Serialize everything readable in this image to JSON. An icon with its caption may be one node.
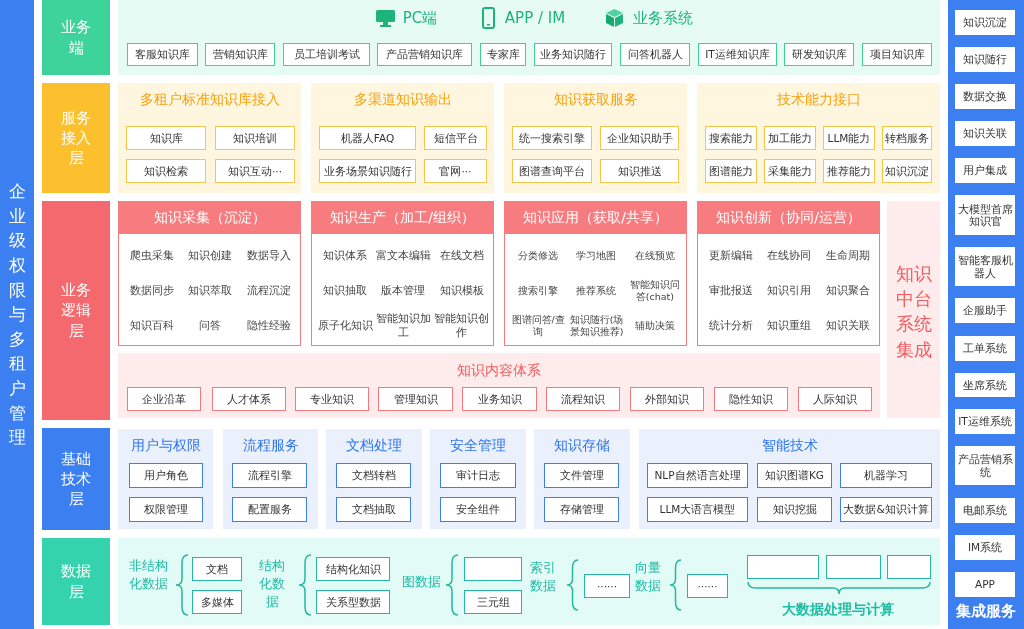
{
  "diagram": {
    "nodes": [
      {
        "text": [
          "企业级权限与多租户管理"
        ]
      },
      {
        "text": [
          "业务端"
        ]
      },
      {
        "text": [],
        "shape": "box"
      },
      {
        "text": [
          "客服知识库"
        ],
        "in": 2
      },
      {
        "text": [
          "营销知识库"
        ],
        "in": 2
      },
      {
        "text": [
          "员工培训考试"
        ],
        "in": 2
      },
      {
        "text": [
          "产品营销知识库"
        ],
        "in": 2
      },
      {
        "text": [
          "专家库"
        ],
        "in": 2
      },
      {
        "text": [
          "业务知识随行"
        ],
        "in": 2
      },
      {
        "text": [
          "问答机器人"
        ],
        "in": 2
      },
      {
        "text": [
          "IT运维知识库"
        ],
        "in": 2
      },
      {
        "text": [
          "研发知识库"
        ],
        "in": 2
      },
      {
        "text": [
          "项目知识库"
        ],
        "in": 2
      },
      {
        "text": [
          "服务接入层"
        ]
      },
      {
        "text": [
          "多租户标准知识库接入"
        ]
      },
      {
        "text": [
          "知识库"
        ],
        "in": 14
      },
      {
        "text": [
          "知识培训"
        ],
        "in": 14
      },
      {
        "text": [
          "知识检索"
        ],
        "in": 14
      },
      {
        "text": [
          "知识互动···"
        ],
        "in": 14
      },
      {
        "text": [
          "多渠道知识输出"
        ]
      },
      {
        "text": [
          "机器人FAQ"
        ],
        "in": 19
      },
      {
        "text": [
          "短信平台"
        ],
        "in": 19
      },
      {
        "text": [
          "业务场景知识随行"
        ],
        "in": 19
      },
      {
        "text": [
          "官网···"
        ],
        "in": 19
      },
      {
        "text": [
          "知识获取服务"
        ]
      },
      {
        "text": [
          "统一搜索引擎"
        ],
        "in": 24
      },
      {
        "text": [
          "企业知识助手"
        ],
        "in": 24
      },
      {
        "text": [
          "图谱查询平台"
        ],
        "in": 24
      },
      {
        "text": [
          "知识推送"
        ],
        "in": 24
      },
      {
        "text": [
          "技术能力接口"
        ]
      },
      {
        "text": [
          "搜索能力"
        ],
        "in": 29
      },
      {
        "text": [
          "加工能力"
        ],
        "in": 29
      },
      {
        "text": [
          "LLM能力"
        ],
        "in": 29
      },
      {
        "text": [
          "转档服务"
        ],
        "in": 29
      },
      {
        "text": [
          "图谱能力"
        ],
        "in": 29
      },
      {
        "text": [
          "采集能力"
        ],
        "in": 29
      },
      {
        "text": [
          "推荐能力"
        ],
        "in": 29
      },
      {
        "text": [
          "知识沉淀"
        ],
        "in": 29
      },
      {
        "text": [
          "业务逻辑层"
        ]
      },
      {
        "text": [
          "知识采集（沉淀）",
          "爬虫采集",
          "知识创建",
          "数据导入",
          "数据同步",
          "知识萃取",
          "流程沉淀",
          "知识百科",
          "问答",
          "隐性经验"
        ]
      },
      {
        "text": [
          "知识生产（加工/组织）",
          "知识体系",
          "富文本编辑",
          "在线文档",
          "知识抽取",
          "版本管理",
          "知识模板",
          "原子化知识",
          "智能知识加工",
          "智能知识创作"
        ]
      },
      {
        "text": [
          "知识应用（获取/共享）",
          "分类修选",
          "学习地图",
          "在线预览",
          "搜索引擎",
          "推荐系统",
          "智能知识问答(chat)",
          "图谱问答/查询",
          "知识随行(场景知识推荐)",
          "辅助决策"
        ]
      },
      {
        "text": [
          "知识创新（协同/运营）",
          "更新编辑",
          "在线协同",
          "生命周期",
          "审批报送",
          "知识引用",
          "知识聚合",
          "统计分析",
          "知识重组",
          "知识关联"
        ]
      },
      {
        "text": [
          "知识内容体系"
        ]
      },
      {
        "text": [
          "企业沿革"
        ],
        "in": 43
      },
      {
        "text": [
          "人才体系"
        ],
        "in": 43
      },
      {
        "text": [
          "专业知识"
        ],
        "in": 43
      },
      {
        "text": [
          "管理知识"
        ],
        "in": 43
      },
      {
        "text": [
          "业务知识"
        ],
        "in": 43
      },
      {
        "text": [
          "流程知识"
        ],
        "in": 43
      },
      {
        "text": [
          "外部知识"
        ],
        "in": 43
      },
      {
        "text": [
          "隐性知识"
        ],
        "in": 43
      },
      {
        "text": [
          "人际知识"
        ],
        "in": 43
      },
      {
        "text": [
          "知识中台系统集成"
        ]
      },
      {
        "text": [
          "基础技术层"
        ]
      },
      {
        "text": [
          "用户与权限"
        ]
      },
      {
        "text": [
          "用户角色"
        ],
        "in": 55
      },
      {
        "text": [
          "权限管理"
        ],
        "in": 55
      },
      {
        "text": [
          "流程服务"
        ]
      },
      {
        "text": [
          "流程引擎"
        ],
        "in": 58
      },
      {
        "text": [
          "配置服务"
        ],
        "in": 58
      },
      {
        "text": [
          "文档处理"
        ]
      },
      {
        "text": [
          "文档转档"
        ],
        "in": 61
      },
      {
        "text": [
          "文档抽取"
        ],
        "in": 61
      },
      {
        "text": [
          "安全管理"
        ]
      },
      {
        "text": [
          "审计日志"
        ],
        "in": 64
      },
      {
        "text": [
          "安全组件"
        ],
        "in": 64
      },
      {
        "text": [
          "知识存储"
        ]
      },
      {
        "text": [
          "文件管理"
        ],
        "in": 67
      },
      {
        "text": [
          "存储管理"
        ],
        "in": 67
      },
      {
        "text": [
          "智能技术"
        ]
      },
      {
        "text": [
          "NLP自然语言处理"
        ],
        "in": 70
      },
      {
        "text": [
          "知识图谱KG"
        ],
        "in": 70
      },
      {
        "text": [
          "机器学习"
        ],
        "in": 70
      },
      {
        "text": [
          "LLM大语言模型"
        ],
        "in": 70
      },
      {
        "text": [
          "知识挖掘"
        ],
        "in": 70
      },
      {
        "text": [
          "大数据&知识计算"
        ],
        "in": 70
      },
      {
        "text": [
          "数据层"
        ]
      },
      {
        "text": [],
        "shape": "box"
      },
      {
        "text": [
          "文档"
        ],
        "in": 78
      },
      {
        "text": [
          "多媒体"
        ],
        "in": 78
      },
      {
        "text": [
          "结构化知识"
        ],
        "in": 78
      },
      {
        "text": [
          "关系型数据"
        ],
        "in": 78
      },
      {
        "text": [],
        "shape": "box",
        "in": 78
      },
      {
        "text": [
          "三元组"
        ],
        "in": 78
      },
      {
        "text": [
          "······"
        ],
        "in": 78
      },
      {
        "text": [
          "······"
        ],
        "in": 78
      },
      {
        "text": [],
        "shape": "box",
        "in": 78
      },
      {
        "text": [],
        "shape": "box",
        "in": 78
      },
      {
        "text": [],
        "shape": "box",
        "in": 78
      },
      {
        "text": [
          "集成服务"
        ]
      },
      {
        "text": [
          "知识沉淀"
        ],
        "in": 90
      },
      {
        "text": [
          "知识随行"
        ],
        "in": 90
      },
      {
        "text": [
          "数据交换"
        ],
        "in": 90
      },
      {
        "text": [
          "知识关联"
        ],
        "in": 90
      },
      {
        "text": [
          "用户集成"
        ],
        "in": 90
      },
      {
        "text": [
          "大模型首席知识官"
        ],
        "in": 90
      },
      {
        "text": [
          "智能客服机器人"
        ],
        "in": 90
      },
      {
        "text": [
          "企服助手"
        ],
        "in": 90
      },
      {
        "text": [
          "工单系统"
        ],
        "in": 90
      },
      {
        "text": [
          "坐席系统"
        ],
        "in": 90
      },
      {
        "text": [
          "IT运维系统"
        ],
        "in": 90
      },
      {
        "text": [
          "产品营销系统"
        ],
        "in": 90
      },
      {
        "text": [
          "电邮系统"
        ],
        "in": 90
      },
      {
        "text": [
          "IM系统"
        ],
        "in": 90
      },
      {
        "text": [
          "APP"
        ],
        "in": 90
      }
    ],
    "labels": [
      "PC端",
      "APP / IM",
      "业务系统",
      "非结构化数据",
      "结构化数据",
      "图数据",
      "索引数据",
      "向量数据",
      "大数据处理与计算"
    ]
  }
}
